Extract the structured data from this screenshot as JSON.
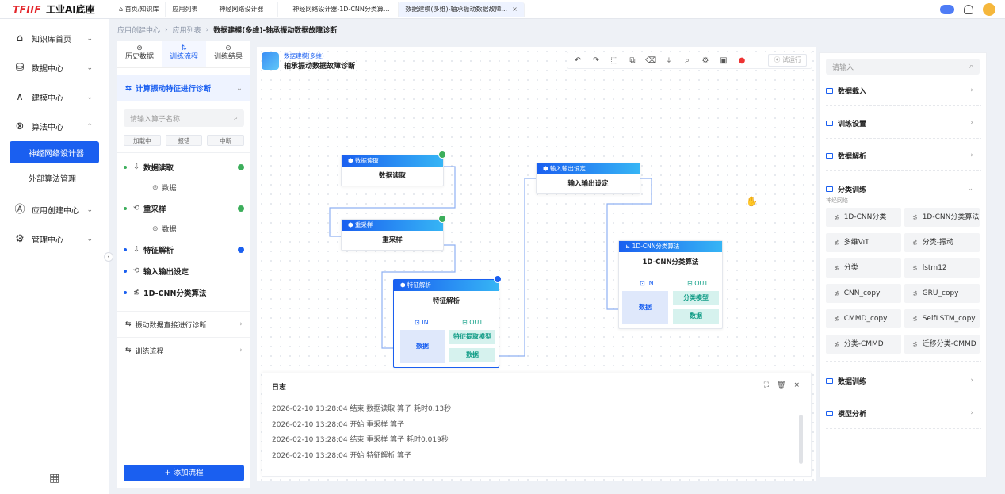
{
  "topbar": {
    "logo_mark": "TFIIF",
    "logo_text": "工业AI底座",
    "tabs": [
      {
        "label": "首页/知识库",
        "active": false
      },
      {
        "label": "应用列表",
        "active": false
      },
      {
        "label": "神经网络设计器",
        "active": false
      },
      {
        "label": "神经网络设计器-1D-CNN分类算...",
        "active": false
      },
      {
        "label": "数据建模(多维)-轴承振动数据故障...",
        "active": true
      }
    ],
    "home_icon": "home-icon",
    "close_glyph": "×"
  },
  "sidenav": {
    "items": [
      {
        "label": "知识库首页",
        "icon": "⌂",
        "chev": "⌄"
      },
      {
        "label": "数据中心",
        "icon": "⛁",
        "chev": "⌄"
      },
      {
        "label": "建模中心",
        "icon": "∧",
        "chev": "⌄"
      },
      {
        "label": "算法中心",
        "icon": "⊗",
        "chev": "⌃"
      }
    ],
    "sub_items": [
      {
        "label": "神经网络设计器",
        "active": true
      },
      {
        "label": "外部算法管理",
        "active": false
      }
    ],
    "items2": [
      {
        "label": "应用创建中心",
        "icon": "Ⓐ",
        "chev": "⌄"
      },
      {
        "label": "管理中心",
        "icon": "⚙",
        "chev": "⌄"
      }
    ],
    "grid_glyph": "▦",
    "collapse_glyph": "‹"
  },
  "breadcrumb": {
    "items": [
      "应用创建中心",
      "应用列表"
    ],
    "current": "数据建模(多维)-轴承振动数据故障诊断",
    "sep": "›"
  },
  "left_panel": {
    "tabs": [
      {
        "icon": "⊜",
        "label": "历史数据",
        "active": false
      },
      {
        "icon": "⇅",
        "label": "训练流程",
        "active": true
      },
      {
        "icon": "⊙",
        "label": "训练结果",
        "active": false
      }
    ],
    "section_title": "计算振动特征进行诊断",
    "section_icon": "⇆",
    "search_placeholder": "请输入算子名称",
    "search_glyph": "⌕",
    "buttons": [
      "加载中",
      "报错",
      "中断"
    ],
    "tree": [
      {
        "label": "数据读取",
        "icon": "⇩",
        "status": "ok",
        "child": "数据"
      },
      {
        "label": "重采样",
        "icon": "⟲",
        "status": "ok",
        "child": "数据"
      },
      {
        "label": "特征解析",
        "icon": "⇩",
        "status": "running"
      },
      {
        "label": "输入输出设定",
        "icon": "⟲"
      },
      {
        "label": "1D-CNN分类算法",
        "icon": "≴"
      }
    ],
    "tree_child_icon": "⊜",
    "sections": [
      "振动数据直接进行诊断",
      "训练流程"
    ],
    "add_button": "+ 添加流程",
    "chev_down": "⌄",
    "chev_right": "›"
  },
  "canvas": {
    "sub": "数据建模(多维)",
    "main": "轴承振动数据故障诊断",
    "toolbar": {
      "icons": [
        "↶",
        "↷",
        "⬚",
        "⧉",
        "⌫",
        "⤓",
        "⌕",
        "⚙",
        "▣",
        "●"
      ],
      "run": "⦿ 试运行"
    },
    "nodes": {
      "read": {
        "header": "⬢ 数据读取",
        "body": "数据读取"
      },
      "resample": {
        "header": "⬢ 重采样",
        "body": "重采样"
      },
      "feature": {
        "header": "⬢ 特征解析",
        "body": "特征解析",
        "in": "⊡ IN",
        "out": "⊟ OUT",
        "in_box": "数据",
        "out_box1": "特征提取模型",
        "out_box2": "数据"
      },
      "io": {
        "header": "⬢ 输入输出设定",
        "body": "输入输出设定"
      },
      "cnn": {
        "header": "⊾ 1D-CNN分类算法",
        "body": "1D-CNN分类算法",
        "in": "⊡ IN",
        "out": "⊟ OUT",
        "in_box": "数据",
        "out_box1": "分类模型",
        "out_box2": "数据"
      }
    },
    "cursor_glyph": "✋"
  },
  "log": {
    "title": "日志",
    "tools": [
      "⛶",
      "🗑",
      "×"
    ],
    "lines": [
      "2026-02-10 13:28:04  结束  数据读取 算子  耗时0.13秒",
      "2026-02-10 13:28:04  开始  重采样 算子",
      "2026-02-10 13:28:04  结束  重采样 算子  耗时0.019秒",
      "2026-02-10 13:28:04  开始  特征解析 算子"
    ]
  },
  "right_panel": {
    "search_placeholder": "请输入",
    "search_glyph": "⌕",
    "sections": [
      "数据载入",
      "训练设置",
      "数据解析",
      "分类训练",
      "数据训练",
      "模型分析"
    ],
    "note": "神经网络",
    "chips": [
      "1D-CNN分类",
      "1D-CNN分类算法",
      "多维ViT",
      "分类-振动",
      "分类",
      "lstm12",
      "CNN_copy",
      "GRU_copy",
      "CMMD_copy",
      "SelfLSTM_copy",
      "分类-CMMD",
      "迁移分类-CMMD"
    ],
    "chip_icon": "≴",
    "chev_right": "›",
    "chev_down": "⌄"
  },
  "colors": {
    "primary": "#1a5ff0",
    "success": "#3cae5b",
    "danger": "#e33333",
    "teal": "#19a38b"
  }
}
